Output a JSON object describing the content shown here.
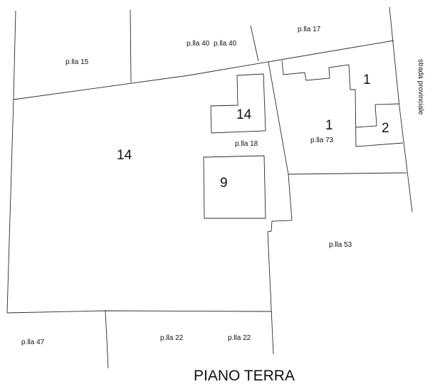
{
  "parcels": {
    "p15": "p.lla 15",
    "p40a": "p.lla 40",
    "p40b": "p.lla 40",
    "p17": "p.lla 17",
    "p18": "p.lla 18",
    "p73": "p.lla 73",
    "p53": "p.lla 53",
    "p47": "p.lla 47",
    "p22a": "p.lla 22",
    "p22b": "p.lla 22"
  },
  "units": {
    "u14_large": "14",
    "u14_small": "14",
    "u9": "9",
    "u1_top": "1",
    "u1_main": "1",
    "u2": "2"
  },
  "road": "strada provinciale",
  "title": "PIANO TERRA"
}
